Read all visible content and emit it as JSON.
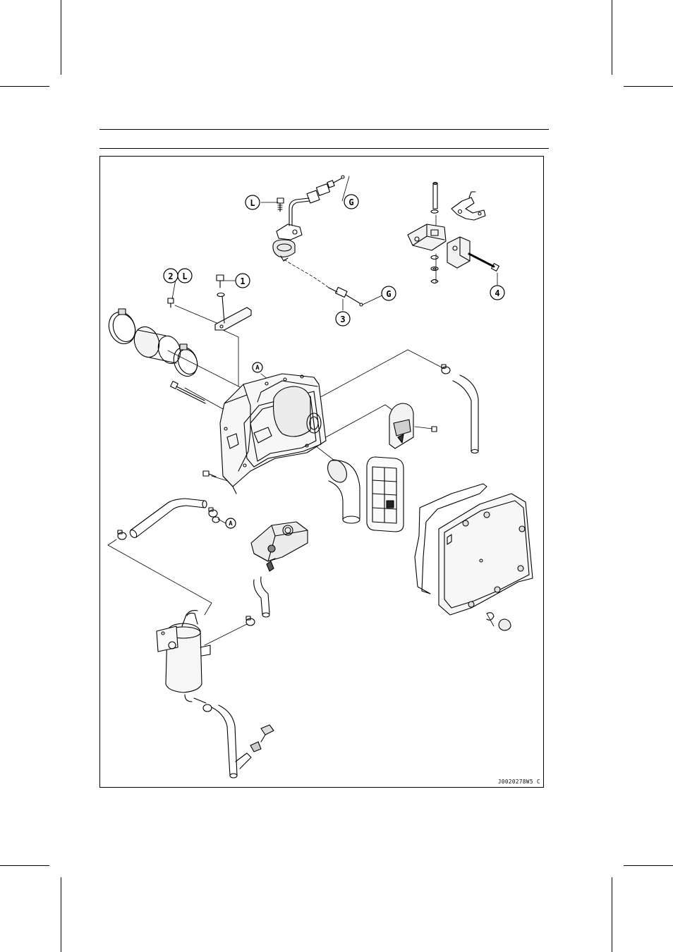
{
  "callouts": {
    "c1": "1",
    "c2": "2",
    "c3": "3",
    "c4": "4",
    "cL1": "L",
    "cL2": "L",
    "cG1": "G",
    "cG2": "G",
    "cA1": "A",
    "cA2": "A"
  },
  "figure_code": "J0020278W5 C",
  "colors": {
    "line": "#000000",
    "paper": "#ffffff",
    "shade": "#e9e9e9",
    "dark": "#555555"
  }
}
